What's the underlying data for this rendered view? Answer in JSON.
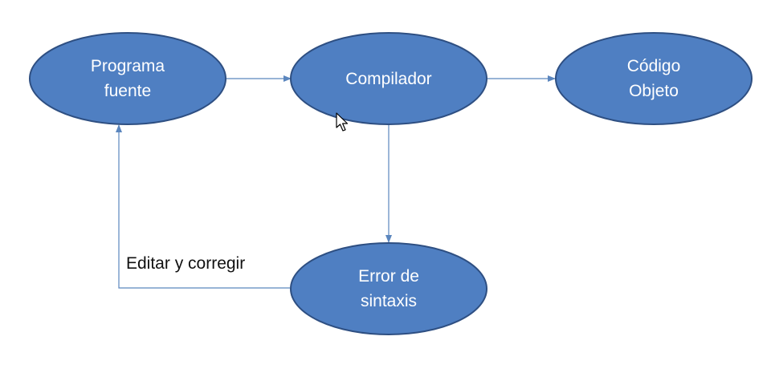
{
  "diagram": {
    "nodes": {
      "source": {
        "label": "Programa\nfuente"
      },
      "compiler": {
        "label": "Compilador"
      },
      "object": {
        "label": "Código\nObjeto"
      },
      "error": {
        "label": "Error de\nsintaxis"
      }
    },
    "edges": {
      "feedback_label": "Editar y corregir"
    },
    "colors": {
      "node_fill": "#4f7fc2",
      "node_stroke": "#2e4f82",
      "connector": "#5b86be",
      "node_text": "#ffffff"
    }
  }
}
